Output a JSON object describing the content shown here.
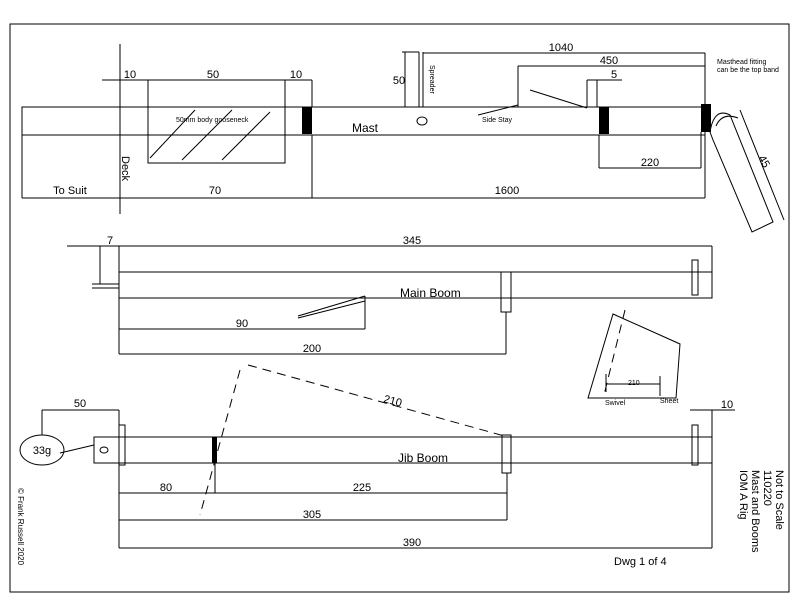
{
  "mast": {
    "label": "Mast",
    "deck_label": "Deck",
    "gooseneck_label": "50mm body gooseneck",
    "spreader_label": "Spreader",
    "side_stay_label": "Side Stay",
    "masthead_note_1": "Masthead fitting",
    "masthead_note_2": "can be the top band",
    "dims": {
      "d10_left": "10",
      "d50_gooseneck": "50",
      "d10_right": "10",
      "d50_spreader": "50",
      "d1040": "1040",
      "d450": "450",
      "d5": "5",
      "d220": "220",
      "d45": "45",
      "to_suit": "To Suit",
      "d70": "70",
      "d1600": "1600"
    }
  },
  "main_boom": {
    "label": "Main Boom",
    "dims": {
      "d7": "7",
      "d345": "345",
      "d90": "90",
      "d200": "200"
    }
  },
  "jib_boom": {
    "label": "Jib Boom",
    "weight_label": "33g",
    "swivel_label": "Swivel",
    "sheet_label": "Sheet",
    "dims": {
      "d50": "50",
      "d210": "210",
      "d210_small": "210",
      "d10": "10",
      "d80": "80",
      "d225": "225",
      "d305": "305",
      "d390": "390"
    }
  },
  "title_block": {
    "line1": "IOM A Rig",
    "line2": "Mast and Booms",
    "line3": "110220",
    "line4": "Not to Scale",
    "sheet": "Dwg 1 of 4"
  },
  "copyright": "© Frank Russell 2020"
}
